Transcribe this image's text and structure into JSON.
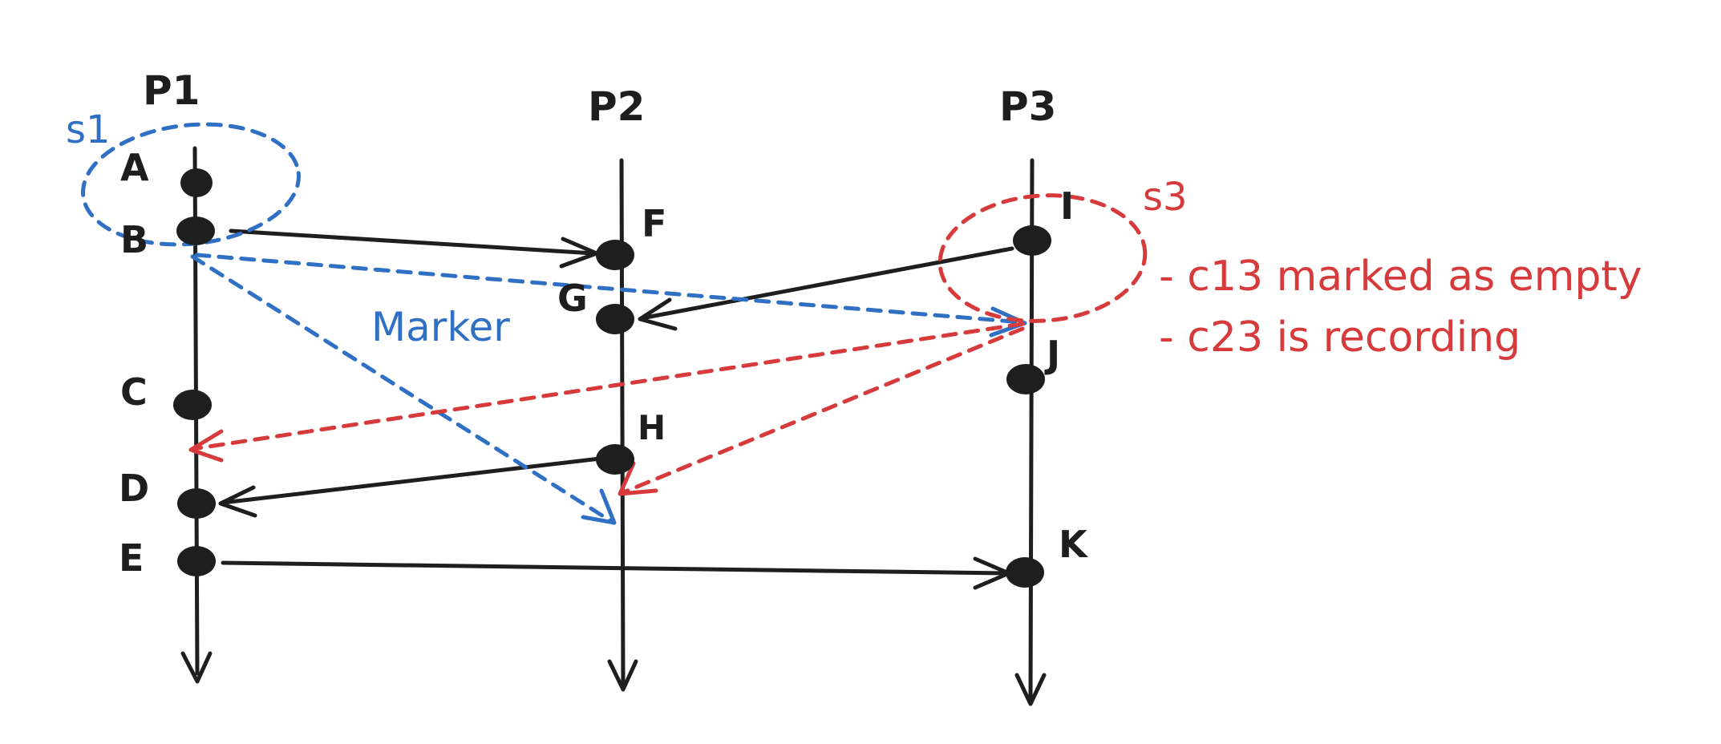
{
  "processes": [
    {
      "id": "p1",
      "label": "P1"
    },
    {
      "id": "p2",
      "label": "P2"
    },
    {
      "id": "p3",
      "label": "P3"
    }
  ],
  "events": [
    {
      "id": "A",
      "label": "A",
      "process": "P1"
    },
    {
      "id": "B",
      "label": "B",
      "process": "P1"
    },
    {
      "id": "C",
      "label": "C",
      "process": "P1"
    },
    {
      "id": "D",
      "label": "D",
      "process": "P1"
    },
    {
      "id": "E",
      "label": "E",
      "process": "P1"
    },
    {
      "id": "F",
      "label": "F",
      "process": "P2"
    },
    {
      "id": "G",
      "label": "G",
      "process": "P2"
    },
    {
      "id": "H",
      "label": "H",
      "process": "P2"
    },
    {
      "id": "I",
      "label": "I",
      "process": "P3"
    },
    {
      "id": "J",
      "label": "J",
      "process": "P3"
    },
    {
      "id": "K",
      "label": "K",
      "process": "P3"
    }
  ],
  "messages": [
    {
      "from": "B",
      "to": "F",
      "style": "solid"
    },
    {
      "from": "I",
      "to": "G",
      "style": "solid"
    },
    {
      "from": "H",
      "to": "D",
      "style": "solid"
    },
    {
      "from": "E",
      "to": "K",
      "style": "solid"
    },
    {
      "from": "B",
      "to": "P3",
      "style": "marker-blue"
    },
    {
      "from": "B",
      "to": "P2",
      "style": "marker-blue"
    },
    {
      "from": "P3",
      "to": "P1",
      "style": "marker-red"
    },
    {
      "from": "P3",
      "to": "P2",
      "style": "marker-red"
    }
  ],
  "snapshots": [
    {
      "id": "s1",
      "label": "s1",
      "color": "#2f6fc4"
    },
    {
      "id": "s3",
      "label": "s3",
      "color": "#d63a3a"
    }
  ],
  "marker_label": "Marker",
  "notes": [
    "- c13 marked as empty",
    "- c23 is recording"
  ],
  "colors": {
    "ink": "#1e1e1e",
    "blue": "#2f6fc4",
    "red": "#d63a3a"
  }
}
